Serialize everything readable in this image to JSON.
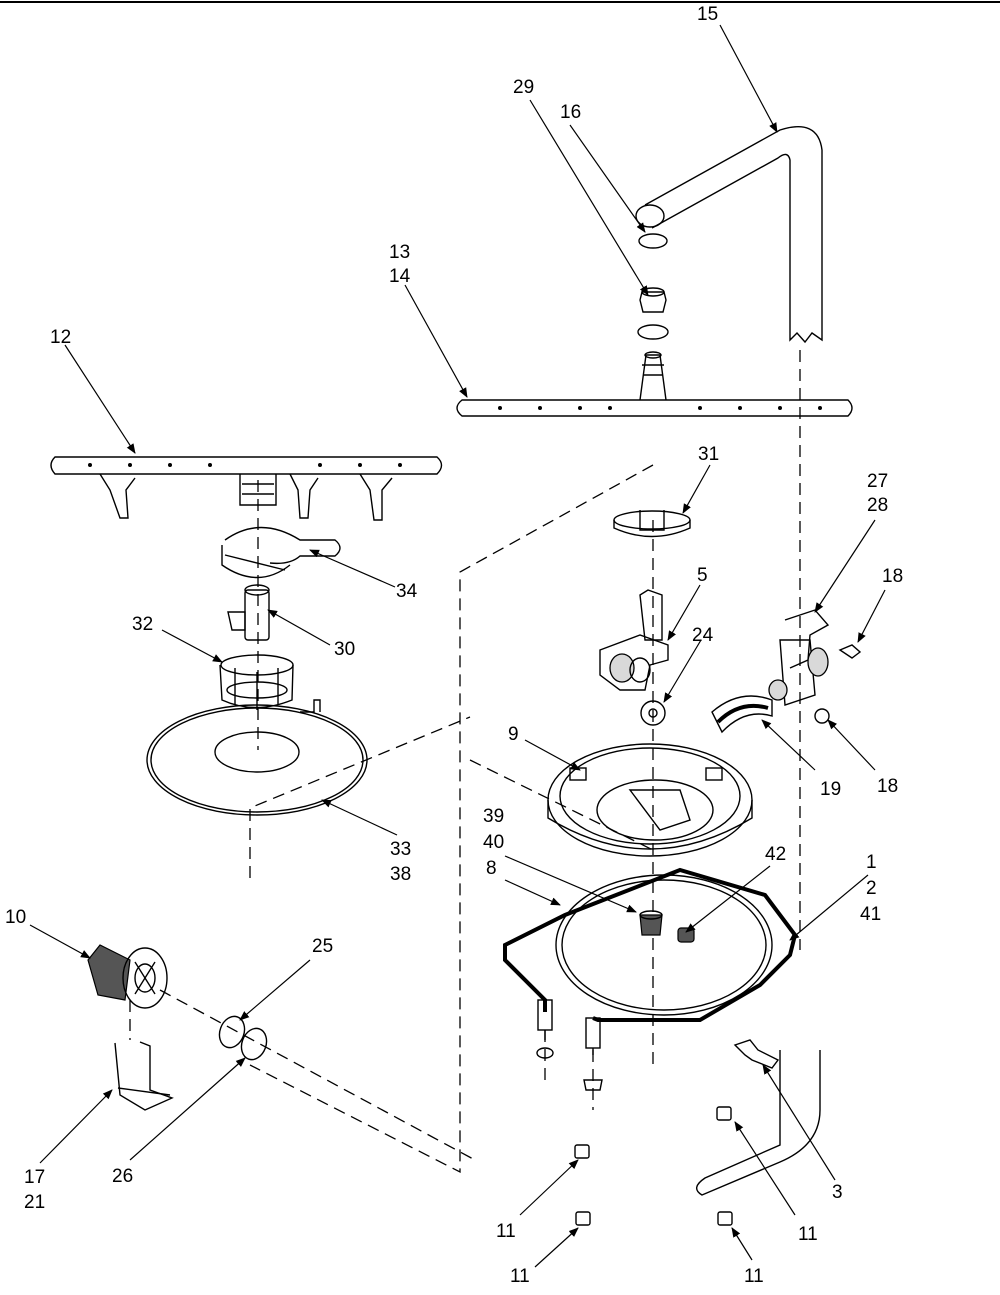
{
  "diagram": {
    "callouts": {
      "c1": "1",
      "c2": "2",
      "c3": "3",
      "c5": "5",
      "c8": "8",
      "c9": "9",
      "c10": "10",
      "c11a": "11",
      "c11b": "11",
      "c11c": "11",
      "c11d": "11",
      "c12": "12",
      "c13": "13",
      "c14": "14",
      "c15": "15",
      "c16": "16",
      "c17": "17",
      "c18a": "18",
      "c18b": "18",
      "c19": "19",
      "c21": "21",
      "c24": "24",
      "c25": "25",
      "c26": "26",
      "c27": "27",
      "c28": "28",
      "c29": "29",
      "c30": "30",
      "c31": "31",
      "c32": "32",
      "c33": "33",
      "c34": "34",
      "c38": "38",
      "c39": "39",
      "c40": "40",
      "c41": "41",
      "c42": "42"
    }
  }
}
